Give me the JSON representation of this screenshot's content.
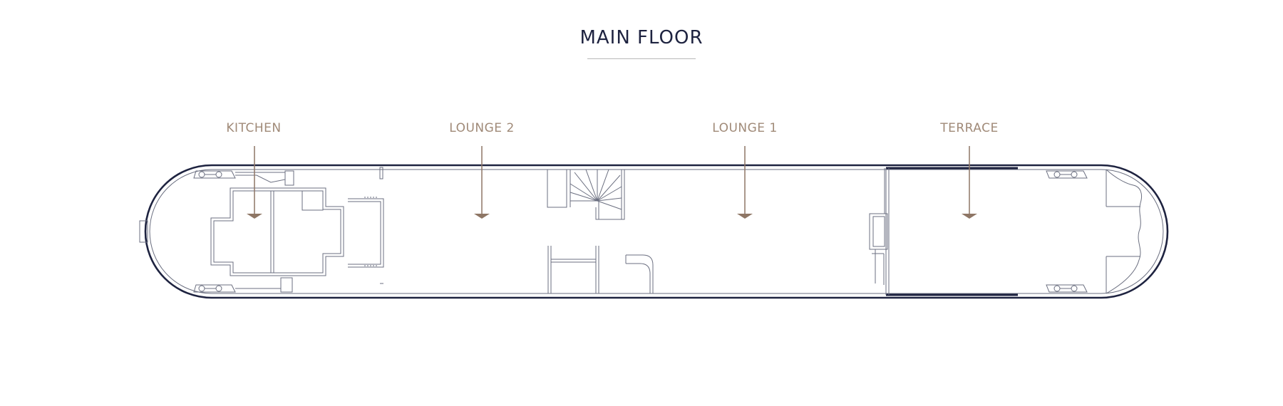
{
  "title": "MAIN FLOOR",
  "colors": {
    "title": "#1e2340",
    "hull_outline": "#1e2340",
    "room_label": "#a08a78",
    "marker_arrow": "#8e7665",
    "detail_line": "#6b6f80"
  },
  "rooms": [
    {
      "id": "kitchen",
      "label": "KITCHEN"
    },
    {
      "id": "lounge-2",
      "label": "LOUNGE 2"
    },
    {
      "id": "lounge-1",
      "label": "LOUNGE 1"
    },
    {
      "id": "terrace",
      "label": "TERRACE"
    }
  ]
}
